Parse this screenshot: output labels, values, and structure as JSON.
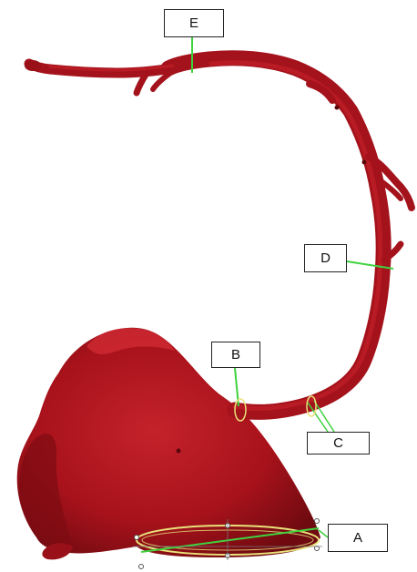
{
  "figure": {
    "colors": {
      "vessel": "#b3141e",
      "vessel_dark": "#7a0b12",
      "vessel_light": "#d8343b",
      "marker_line": "#3fd23f",
      "ring_outline": "#e9e27a"
    },
    "labels": {
      "a": "A",
      "b": "B",
      "c": "C",
      "d": "D",
      "e": "E"
    }
  }
}
